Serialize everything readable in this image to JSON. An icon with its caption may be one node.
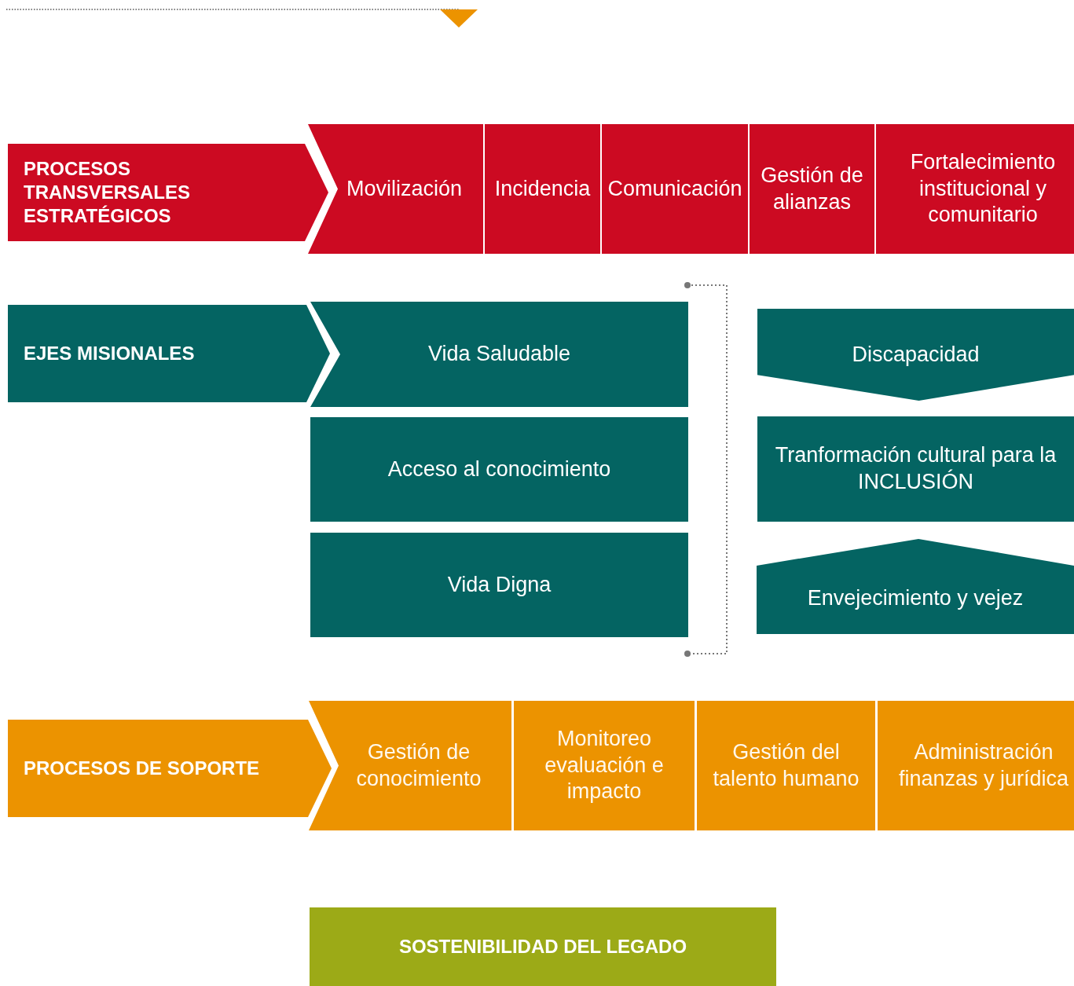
{
  "diagram": {
    "nodes": [
      {
        "text": [
          "PROCESOS TRANSVERSALES ESTRATÉGICOS"
        ]
      },
      {
        "text": [
          "Movilización"
        ]
      },
      {
        "text": [
          "Incidencia"
        ]
      },
      {
        "text": [
          "Comunicación"
        ]
      },
      {
        "text": [
          "Gestión de alianzas"
        ]
      },
      {
        "text": [
          "Fortalecimiento institucional y comunitario"
        ]
      },
      {
        "text": [
          "EJES MISIONALES"
        ]
      },
      {
        "text": [
          "Vida Saludable"
        ]
      },
      {
        "text": [
          "Discapacidad"
        ]
      },
      {
        "text": [
          "Acceso al conocimiento"
        ]
      },
      {
        "text": [
          "Tranformación cultural para la INCLUSIÓN"
        ]
      },
      {
        "text": [
          "Vida Digna"
        ]
      },
      {
        "text": [
          "Envejecimiento y vejez"
        ]
      },
      {
        "text": [
          "PROCESOS DE SOPORTE"
        ]
      },
      {
        "text": [
          "Gestión de conocimiento"
        ]
      },
      {
        "text": [
          "Monitoreo evaluación e impacto"
        ]
      },
      {
        "text": [
          "Gestión del talento humano"
        ]
      },
      {
        "text": [
          "Administración finanzas y jurídica"
        ]
      },
      {
        "text": [
          "SOSTENIBILIDAD DEL LEGADO"
        ]
      }
    ]
  }
}
